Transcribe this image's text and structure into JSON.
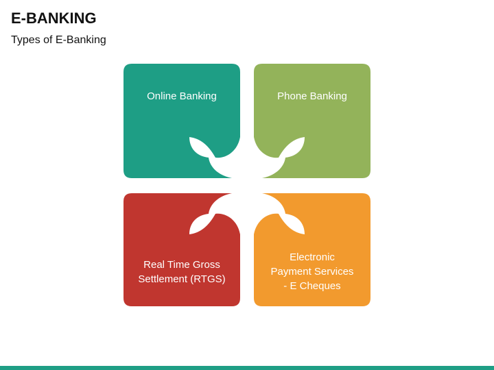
{
  "slide": {
    "title": "E-BANKING",
    "subtitle": "Types of E-Banking"
  },
  "pieces": [
    {
      "id": "online-banking",
      "lines": [
        "Online Banking"
      ],
      "color": "#1e9e85"
    },
    {
      "id": "phone-banking",
      "lines": [
        "Phone Banking"
      ],
      "color": "#93b35a"
    },
    {
      "id": "rtgs",
      "lines": [
        "Real Time Gross",
        "Settlement (RTGS)"
      ],
      "color": "#c0362f"
    },
    {
      "id": "electronic-payment",
      "lines": [
        "Electronic",
        "Payment Services",
        "- E Cheques"
      ],
      "color": "#f29a2e"
    }
  ],
  "colors": {
    "bottom_bar": "#1e9e85",
    "text": "#111111"
  }
}
